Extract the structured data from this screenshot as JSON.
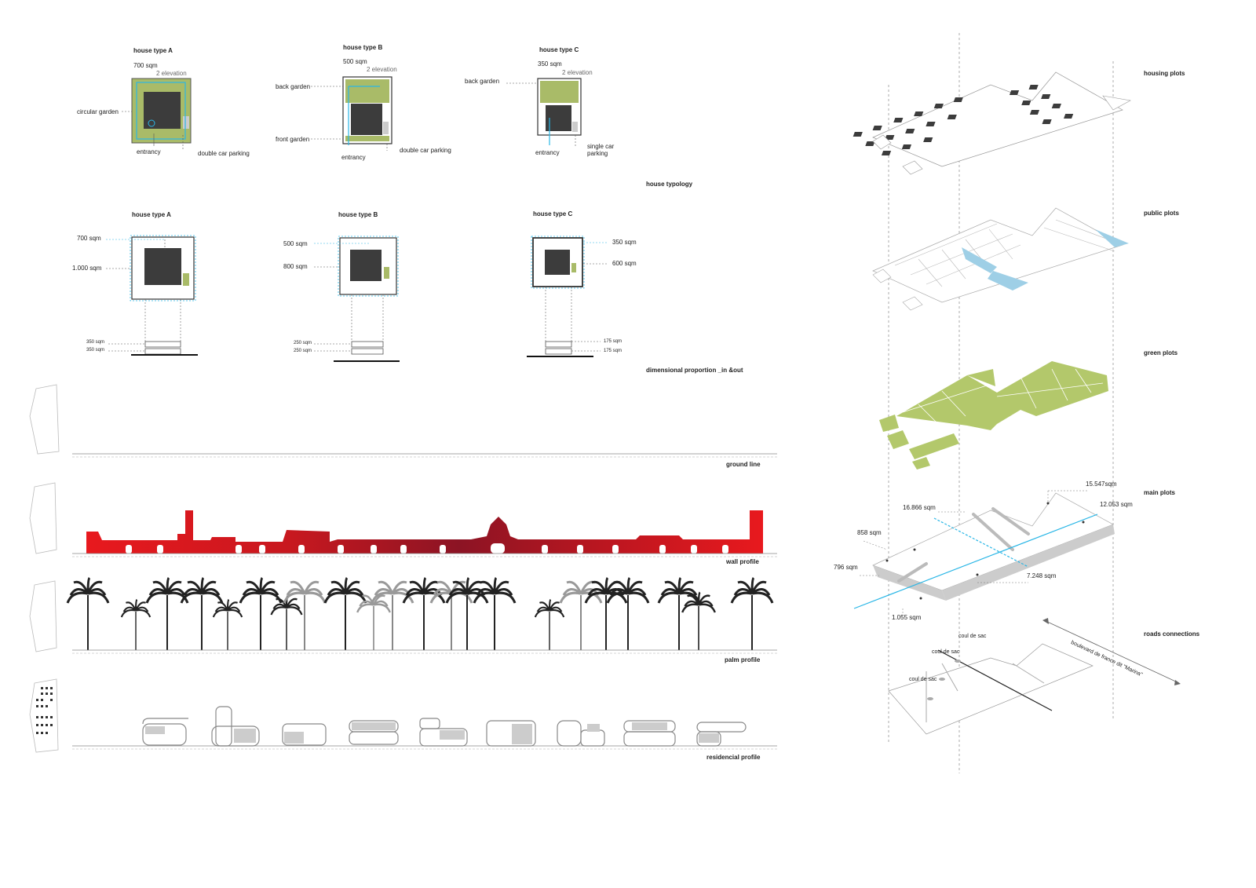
{
  "typology": {
    "section_title": "house typology",
    "house_a": {
      "title": "house type A",
      "area": "700 sqm",
      "elevation": "2 elevation",
      "circular_garden": "circular garden",
      "entrancy": "entrancy",
      "parking": "double car parking"
    },
    "house_b": {
      "title": "house type B",
      "area": "500 sqm",
      "elevation": "2 elevation",
      "back_garden": "back garden",
      "front_garden": "front garden",
      "entrancy": "entrancy",
      "parking": "double car parking"
    },
    "house_c": {
      "title": "house type C",
      "area": "350 sqm",
      "elevation": "2 elevation",
      "back_garden": "back garden",
      "entrancy": "entrancy",
      "parking_1": "single car",
      "parking_2": "parking"
    }
  },
  "proportion": {
    "section_title": "dimensional proportion _in &out",
    "house_a": {
      "title": "house type A",
      "inner": "700 sqm",
      "outer": "1.000 sqm",
      "level_1": "350 sqm",
      "level_2": "350 sqm"
    },
    "house_b": {
      "title": "house type B",
      "inner": "500 sqm",
      "outer": "800 sqm",
      "level_1": "250 sqm",
      "level_2": "250 sqm"
    },
    "house_c": {
      "title": "house type C",
      "inner": "350 sqm",
      "outer": "600 sqm",
      "level_1": "175 sqm",
      "level_2": "175 sqm"
    }
  },
  "profiles": {
    "ground_line": "ground line",
    "wall_profile": "wall  profile",
    "palm_profile": "palm profile",
    "residencial_profile": "residencial profile"
  },
  "layers": {
    "housing_plots": "housing plots",
    "public_plots": "public plots",
    "green_plots": "green plots",
    "main_plots": "main plots",
    "roads_connections": "roads connections",
    "main_areas": {
      "a1": "15.547sqm",
      "a2": "16.866 sqm",
      "a3": "12.053 sqm",
      "a4": "858 sqm",
      "a5": "796 sqm",
      "a6": "7.248 sqm",
      "a7": "1.055 sqm"
    },
    "roads": {
      "cds1": "coul de sac",
      "cds2": "coul de sac",
      "cds3": "coul de sac",
      "boulevard": "boulevard de france dit \"Marina\""
    }
  },
  "colors": {
    "garden_green": "#a9bb68",
    "plot_green": "#b3c86b",
    "house_dark": "#3c3c3c",
    "accent_cyan": "#29b6e6",
    "public_blue": "#9ecfe6",
    "wall_red": "#e0181d",
    "wall_dark_red": "#8a1422"
  }
}
